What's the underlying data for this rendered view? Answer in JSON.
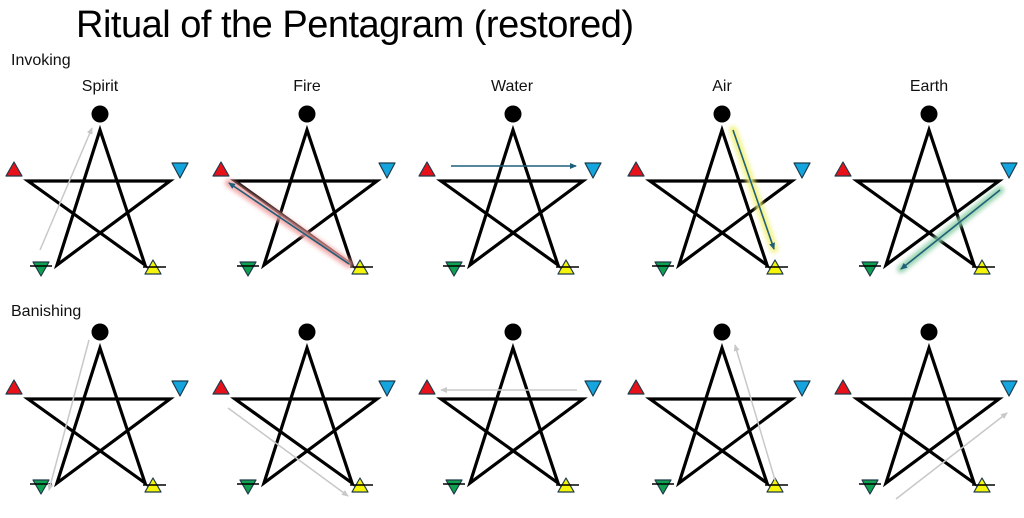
{
  "title": "Ritual of the Pentagram (restored)",
  "rows": [
    {
      "label": "Invoking",
      "stroke_color": "#1f5f7a"
    },
    {
      "label": "Banishing",
      "stroke_color": "#c8c8c8"
    }
  ],
  "columns": [
    {
      "label": "Spirit"
    },
    {
      "label": "Fire"
    },
    {
      "label": "Water"
    },
    {
      "label": "Air"
    },
    {
      "label": "Earth"
    }
  ],
  "symbols": {
    "spirit": {
      "shape": "circle",
      "color": "#000000"
    },
    "fire": {
      "shape": "triangle-up",
      "color": "#e8111a"
    },
    "water": {
      "shape": "triangle-down",
      "color": "#14a5de"
    },
    "air": {
      "shape": "triangle-up-barred",
      "color": "#f5f50a"
    },
    "earth": {
      "shape": "triangle-down-barred",
      "color": "#0fa150"
    }
  },
  "strokes": {
    "invoking": [
      {
        "element": "Spirit",
        "from": "bottom-left",
        "to": "top",
        "glow": null,
        "line_color": "#c8c8c8"
      },
      {
        "element": "Fire",
        "from": "bottom-right",
        "to": "left",
        "glow": "#f4a0a0",
        "line_color": "#1f5f7a"
      },
      {
        "element": "Water",
        "from": "left",
        "to": "right",
        "glow": "#9cc6e0",
        "line_color": "#1f5f7a"
      },
      {
        "element": "Air",
        "from": "top",
        "to": "bottom-right",
        "glow": "#f2f27a",
        "line_color": "#1f5f7a"
      },
      {
        "element": "Earth",
        "from": "right",
        "to": "bottom-left",
        "glow": "#8fd0a8",
        "line_color": "#1f5f7a"
      }
    ],
    "banishing": [
      {
        "element": "Spirit",
        "from": "top",
        "to": "bottom-left",
        "line_color": "#c8c8c8"
      },
      {
        "element": "Fire",
        "from": "left",
        "to": "bottom-right",
        "line_color": "#c8c8c8"
      },
      {
        "element": "Water",
        "from": "right",
        "to": "left",
        "line_color": "#c8c8c8"
      },
      {
        "element": "Air",
        "from": "bottom-right",
        "to": "top",
        "line_color": "#c8c8c8"
      },
      {
        "element": "Earth",
        "from": "bottom-left",
        "to": "right",
        "line_color": "#c8c8c8"
      }
    ]
  }
}
